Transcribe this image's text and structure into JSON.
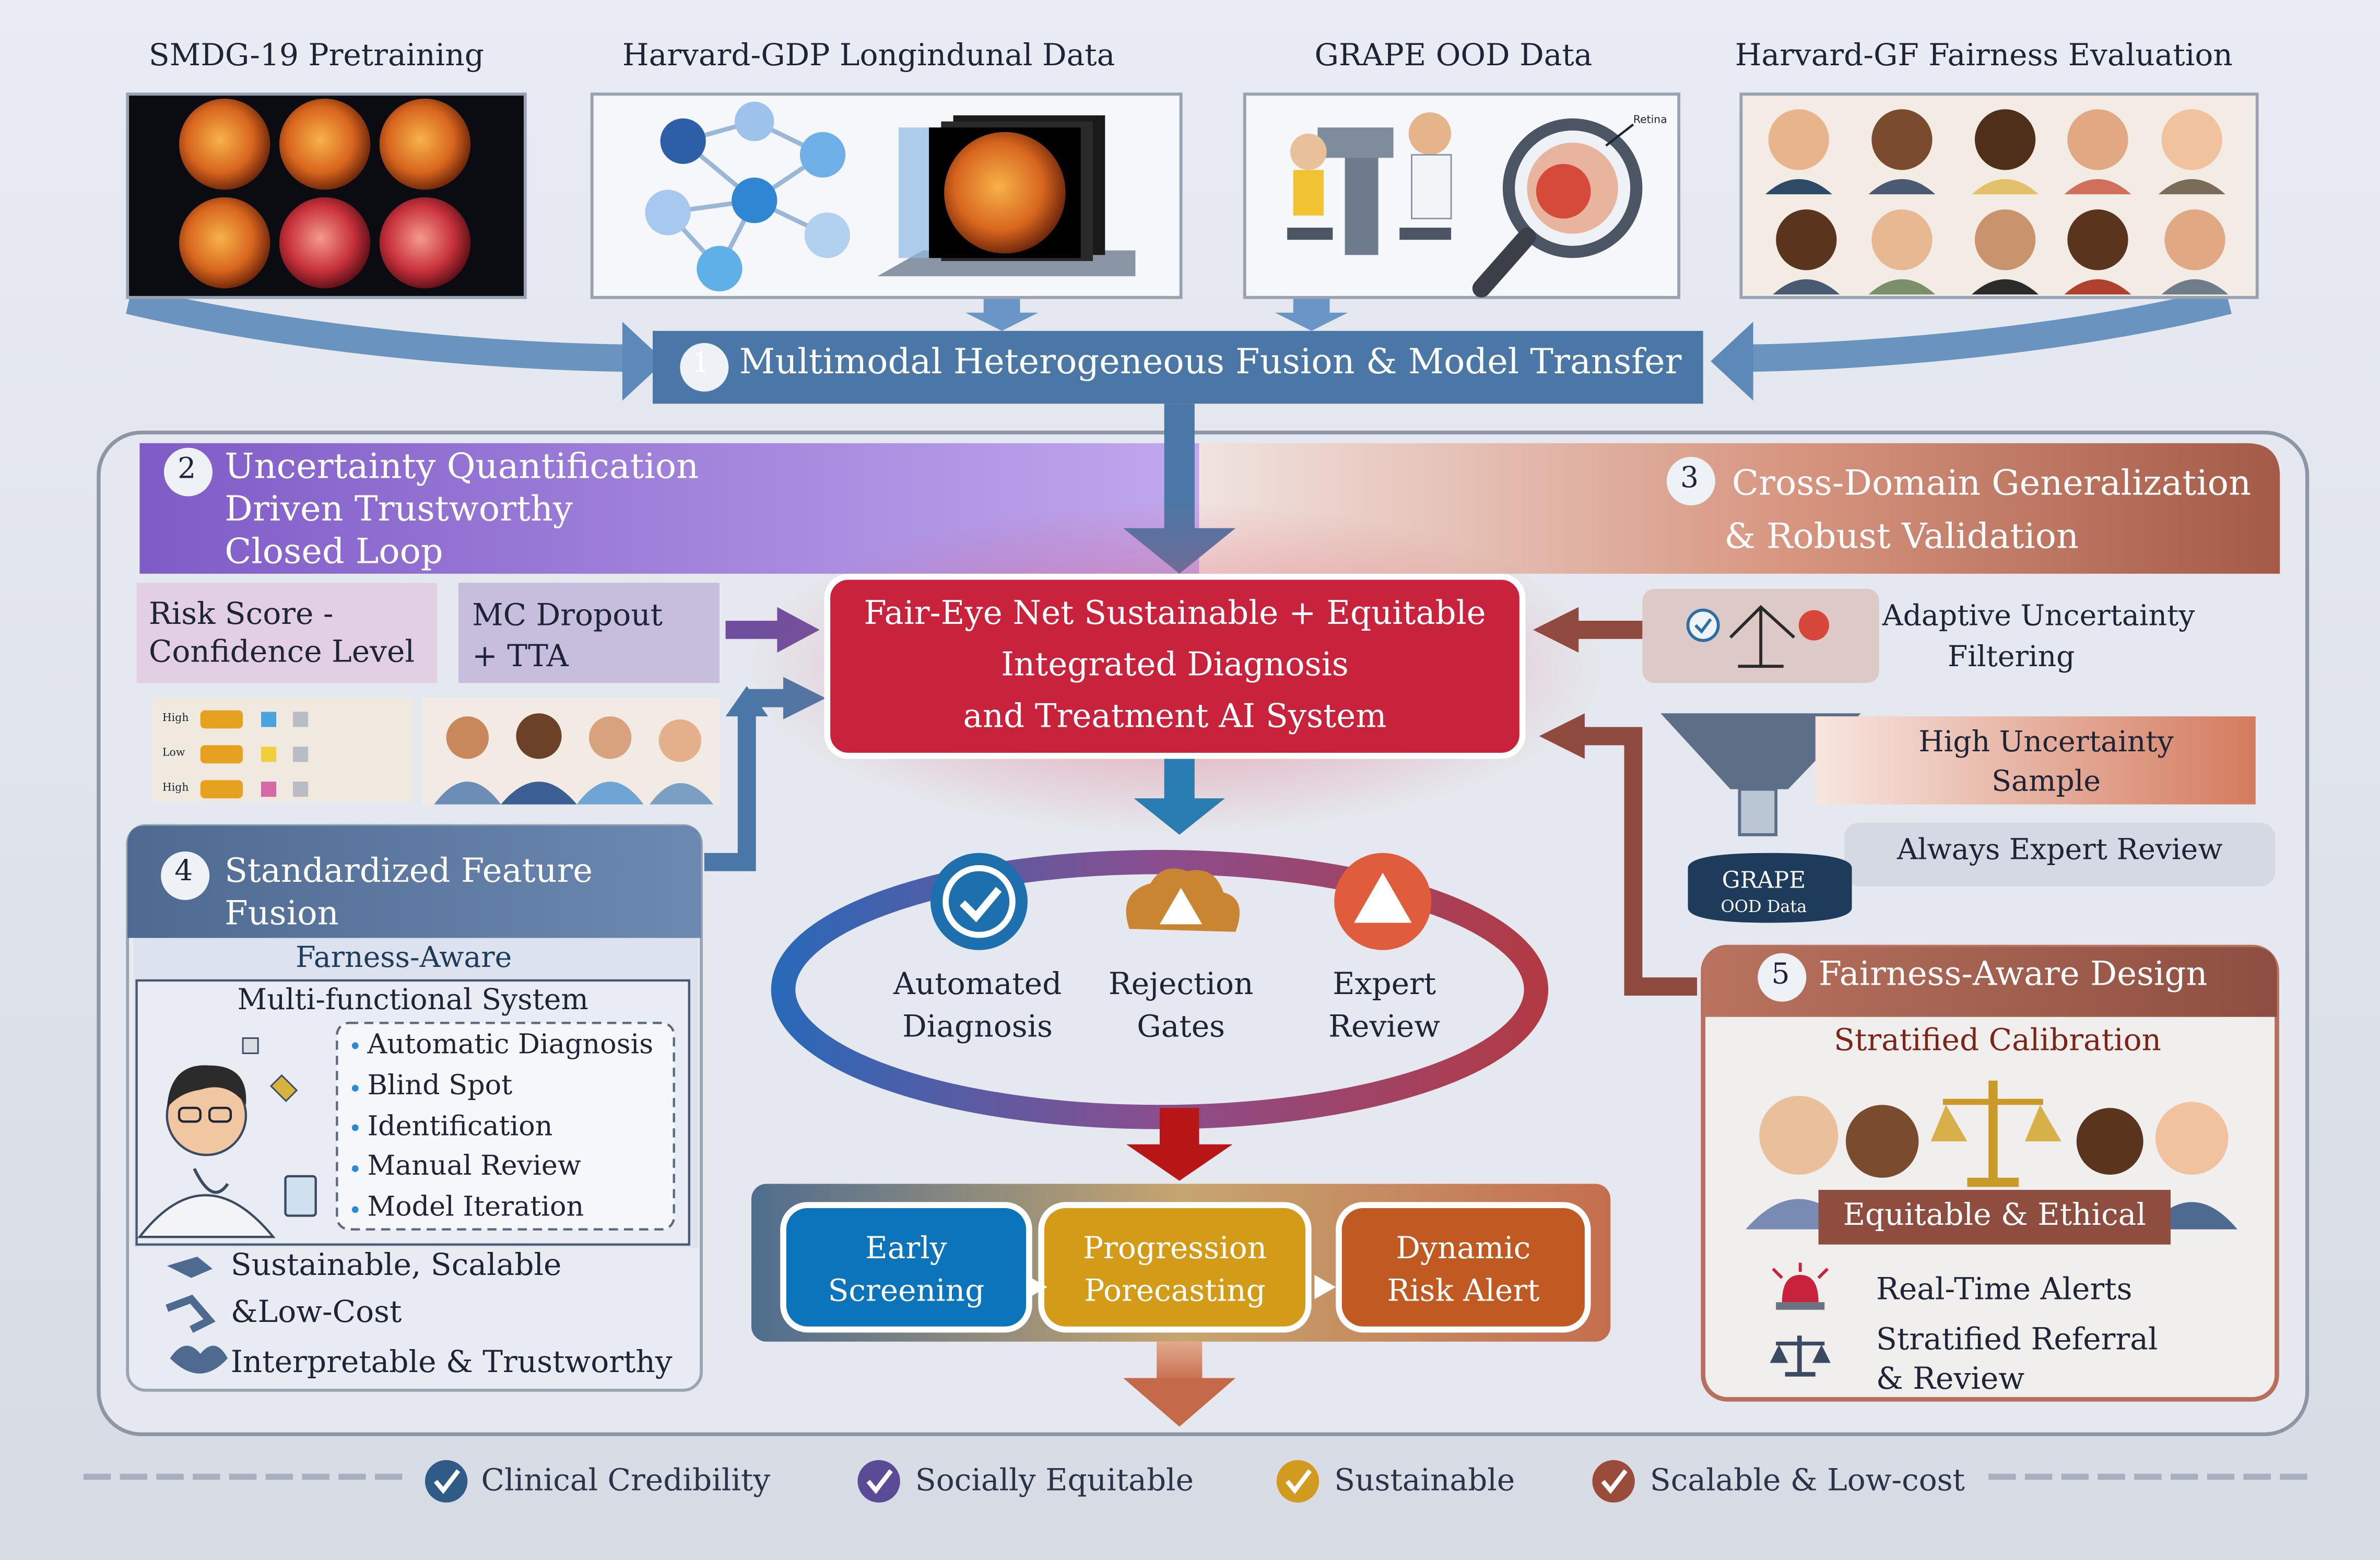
{
  "sources": {
    "smdg": "SMDG-19 Pretraining",
    "gdp": "Harvard-GDP Longindunal Data",
    "grape": "GRAPE OOD Data",
    "gf": "Harvard-GF Fairness Evaluation",
    "retina_label": "Retina"
  },
  "step1": {
    "num": "1",
    "title": "Multimodal Heterogeneous Fusion & Model Transfer"
  },
  "step2": {
    "num": "2",
    "title": [
      "Uncertainty Quantification",
      "Driven Trustworthy",
      "Closed Loop"
    ],
    "risk": [
      "Risk Score -",
      "Confidence Level"
    ],
    "mc": [
      "MC Dropout",
      "+ TTA"
    ],
    "levels": [
      "High",
      "Low",
      "High"
    ]
  },
  "step3": {
    "num": "3",
    "title": [
      "Cross-Domain Generalization",
      "& Robust Validation"
    ],
    "filter": [
      "Adaptive Uncertainty",
      "Filtering"
    ],
    "sample": [
      "High Uncertainty",
      "Sample"
    ],
    "review": "Always Expert Review",
    "grape_db": "GRAPE",
    "grape_db_sub": "OOD Data"
  },
  "core": {
    "lines": [
      "Fair-Eye Net Sustainable + Equitable",
      "Integrated Diagnosis",
      "and Treatment AI System"
    ]
  },
  "loop": {
    "items": [
      {
        "label": [
          "Automated",
          "Diagnosis"
        ]
      },
      {
        "label": [
          "Rejection",
          "Gates"
        ]
      },
      {
        "label": [
          "Expert",
          "Review"
        ]
      }
    ]
  },
  "pipeline": {
    "stages": [
      {
        "label": [
          "Early",
          "Screening"
        ]
      },
      {
        "label": [
          "Progression",
          "Porecasting"
        ]
      },
      {
        "label": [
          "Dynamic",
          "Risk Alert"
        ]
      }
    ]
  },
  "step4": {
    "num": "4",
    "title": [
      "Standardized Feature",
      "Fusion"
    ],
    "subtitle": "Farness-Aware",
    "system": "Multi-functional System",
    "list": [
      "Automatic Diagnosis",
      "Blind Spot",
      "Identification",
      "Manual Review",
      "Model Iteration"
    ],
    "benefits": [
      "Sustainable, Scalable",
      "&Low-Cost",
      "Interpretable & Trustworthy"
    ]
  },
  "step5": {
    "num": "5",
    "title": "Fairness-Aware Design",
    "calib": "Stratified Calibration",
    "equit": "Equitable & Ethical",
    "alerts": "Real-Time Alerts",
    "referral": [
      "Stratified Referral",
      "& Review"
    ]
  },
  "footer": {
    "items": [
      {
        "label": "Clinical Credibility",
        "color": "#2f5b86"
      },
      {
        "label": "Socially Equitable",
        "color": "#5b4a95"
      },
      {
        "label": "Sustainable",
        "color": "#d29a1e"
      },
      {
        "label": "Scalable & Low-cost",
        "color": "#9a4c3b"
      }
    ]
  },
  "colors": {
    "blue": "#4b77a6",
    "purple": "#8a6fcc",
    "terracotta": "#b36a55",
    "crimson": "#c8223c",
    "navy": "#1e3b5c"
  }
}
